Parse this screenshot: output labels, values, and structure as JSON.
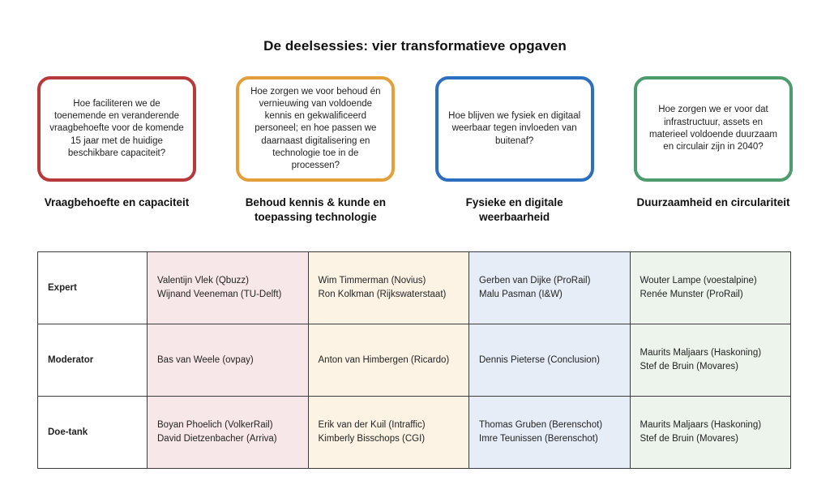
{
  "slide": {
    "title": "De deelsessies: vier transformatieve opgaven"
  },
  "themes": [
    {
      "id": "vraagbehoefte",
      "accent": "#B7393C",
      "question": "Hoe faciliteren we de toenemende en veranderende vraagbehoefte voor de komende 15 jaar met de huidige beschikbare capaciteit?",
      "caption": "Vraagbehoefte en capaciteit"
    },
    {
      "id": "behoud-kennis",
      "accent": "#E3A03A",
      "question": "Hoe zorgen we voor behoud én vernieuwing van voldoende kennis en gekwalificeerd personeel; en hoe passen we daarnaast digitalisering en technologie toe in de processen?",
      "caption": "Behoud kennis & kunde en toepassing technologie"
    },
    {
      "id": "weerbaarheid",
      "accent": "#2C6FC0",
      "question": "Hoe blijven we fysiek en digitaal weerbaar tegen invloeden van buitenaf?",
      "caption": "Fysieke en digitale weerbaarheid"
    },
    {
      "id": "duurzaamheid",
      "accent": "#4C9C6E",
      "question": "Hoe zorgen we er voor dat infrastructuur, assets en materieel voldoende duurzaam en circulair zijn in 2040?",
      "caption": "Duurzaamheid en circulariteit"
    }
  ],
  "table": {
    "rows": [
      {
        "label": "Expert",
        "cells": [
          {
            "lines": [
              "Valentijn Vlek (Qbuzz)",
              "Wijnand Veeneman (TU-Delft)"
            ]
          },
          {
            "lines": [
              "Wim Timmerman (Novius)",
              "Ron Kolkman (Rijkswaterstaat)"
            ]
          },
          {
            "lines": [
              "Gerben van Dijke (ProRail)",
              "Malu Pasman (I&W)"
            ]
          },
          {
            "lines": [
              "Wouter Lampe (voestalpine)",
              "Renée Munster (ProRail)"
            ]
          }
        ]
      },
      {
        "label": "Moderator",
        "cells": [
          {
            "lines": [
              "Bas van Weele (ovpay)"
            ]
          },
          {
            "lines": [
              "Anton van Himbergen (Ricardo)"
            ]
          },
          {
            "lines": [
              "Dennis Pieterse (Conclusion)"
            ]
          },
          {
            "lines": [
              "Maurits Maljaars (Haskoning)",
              "Stef de Bruin (Movares)"
            ]
          }
        ]
      },
      {
        "label": "Doe-tank",
        "cells": [
          {
            "lines": [
              "Boyan Phoelich (VolkerRail)",
              "David Dietzenbacher (Arriva)"
            ]
          },
          {
            "lines": [
              "Erik van der Kuil (Intraffic)",
              "Kimberly Bisschops (CGI)"
            ]
          },
          {
            "lines": [
              "Thomas Gruben (Berenschot)",
              "Imre Teunissen (Berenschot)"
            ]
          },
          {
            "lines": [
              "Maurits Maljaars (Haskoning)",
              "Stef de Bruin (Movares)"
            ]
          }
        ]
      }
    ],
    "column_fills": [
      "#F8E7E8",
      "#FCF3E4",
      "#E6EDF7",
      "#ECF4EC"
    ]
  }
}
